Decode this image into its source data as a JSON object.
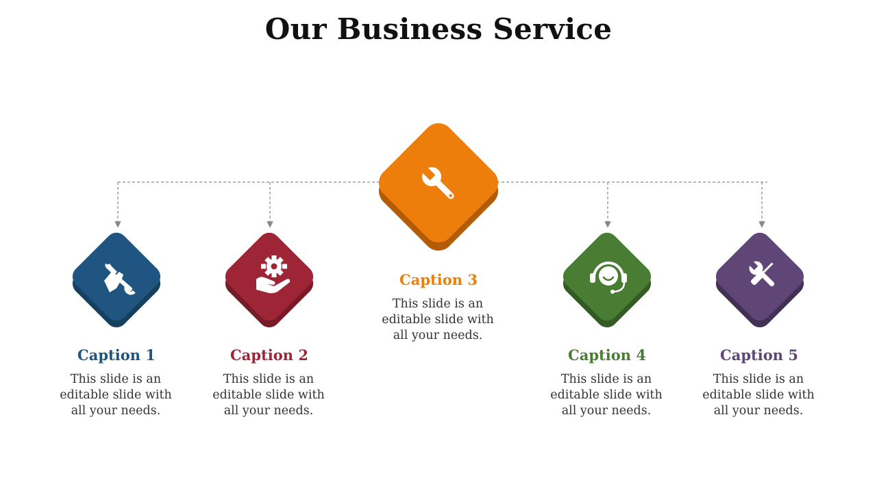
{
  "title": "Our Business Service",
  "items": [
    {
      "caption": "Caption 1",
      "text": "This slide is an editable slide with all your needs.",
      "color": "#1f5580",
      "shadow": "#17405f",
      "icon": "hand-wrench-icon"
    },
    {
      "caption": "Caption 2",
      "text": "This slide is an editable slide with all your needs.",
      "color": "#9e2535",
      "shadow": "#761b27",
      "icon": "hand-gear-icon"
    },
    {
      "caption": "Caption 3",
      "text": "This slide is an editable slide with all your needs.",
      "color": "#ee7e0b",
      "shadow": "#b45b06",
      "icon": "wrench-icon"
    },
    {
      "caption": "Caption 4",
      "text": "This slide is an editable slide with all your needs.",
      "color": "#4a7d34",
      "shadow": "#355b25",
      "icon": "headset-icon"
    },
    {
      "caption": "Caption 5",
      "text": "This slide is an editable slide with all your needs.",
      "color": "#5f4677",
      "shadow": "#433155",
      "icon": "screwdriver-wrench-icon"
    }
  ]
}
